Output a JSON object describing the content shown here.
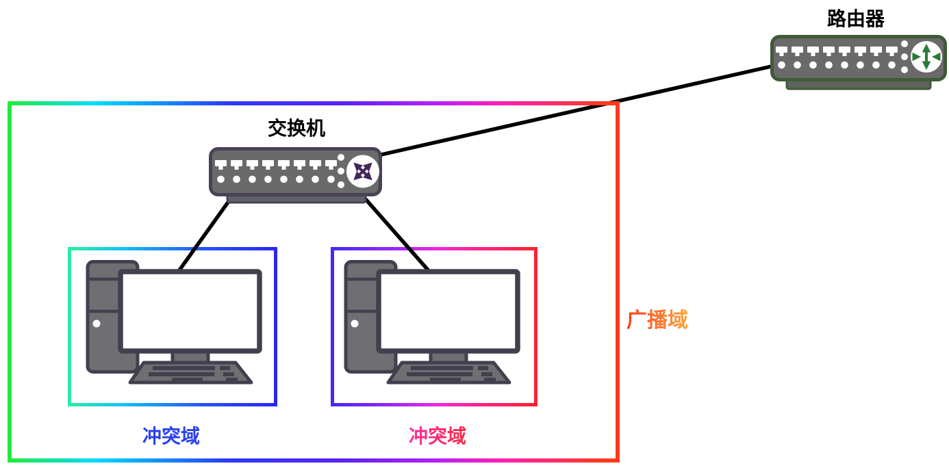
{
  "labels": {
    "router": "路由器",
    "switch": "交换机",
    "collision_domain_1": "冲突域",
    "collision_domain_2": "冲突域",
    "broadcast_domain": "广播域"
  },
  "devices": [
    {
      "id": "router",
      "type": "router",
      "label": "路由器",
      "icon": "router-bidirectional-arrows-icon",
      "ports": 8,
      "indicator_dots": 3
    },
    {
      "id": "switch",
      "type": "switch",
      "label": "交换机",
      "icon": "switch-crossed-arrows-icon",
      "ports": 8,
      "indicator_dots": 3
    },
    {
      "id": "pc-1",
      "type": "desktop-computer"
    },
    {
      "id": "pc-2",
      "type": "desktop-computer"
    }
  ],
  "connections": [
    {
      "from": "switch",
      "to": "router"
    },
    {
      "from": "switch",
      "to": "pc-1"
    },
    {
      "from": "switch",
      "to": "pc-2"
    }
  ],
  "regions": [
    {
      "id": "broadcast-domain",
      "label": "广播域",
      "contains": [
        "switch",
        "pc-1",
        "pc-2"
      ]
    },
    {
      "id": "collision-domain-1",
      "label": "冲突域",
      "contains": [
        "pc-1"
      ]
    },
    {
      "id": "collision-domain-2",
      "label": "冲突域",
      "contains": [
        "pc-2"
      ]
    }
  ],
  "colors": {
    "line": "#000000",
    "device_label_text": "#000000",
    "collision1_label": "#2a41ee",
    "collision2_label_gradient": "#ff2f9e 0%, #fd2745 100%",
    "broadcast_label_gradient": "#fd3b1d 0%, #ffa63c 100%",
    "broadcast_box_gradient": "#22e93f 0%, #00dcff 14%, #2b3af5 36%, #5a22f2 55%, #b51ffa 70%, #ff1fb4 81%, #ff3a1c 98%",
    "collision1_box_gradient": "#2beca4 0%, #12c4f7 25%, #2753f5 65%, #2a28f0 100%",
    "collision2_box_gradient": "#4629f2 0%, #9c28f7 30%, #ee28e0 52%, #ff2388 72%, #f82331 100%",
    "device_body": "#6a6a6a",
    "switch_border": "#4a4156",
    "switch_arrows": "#45265c",
    "router_border": "#3f5a38",
    "router_arrows": "#2c7a38",
    "computer_body": "#6e6e73",
    "computer_outline": "#42404e"
  }
}
